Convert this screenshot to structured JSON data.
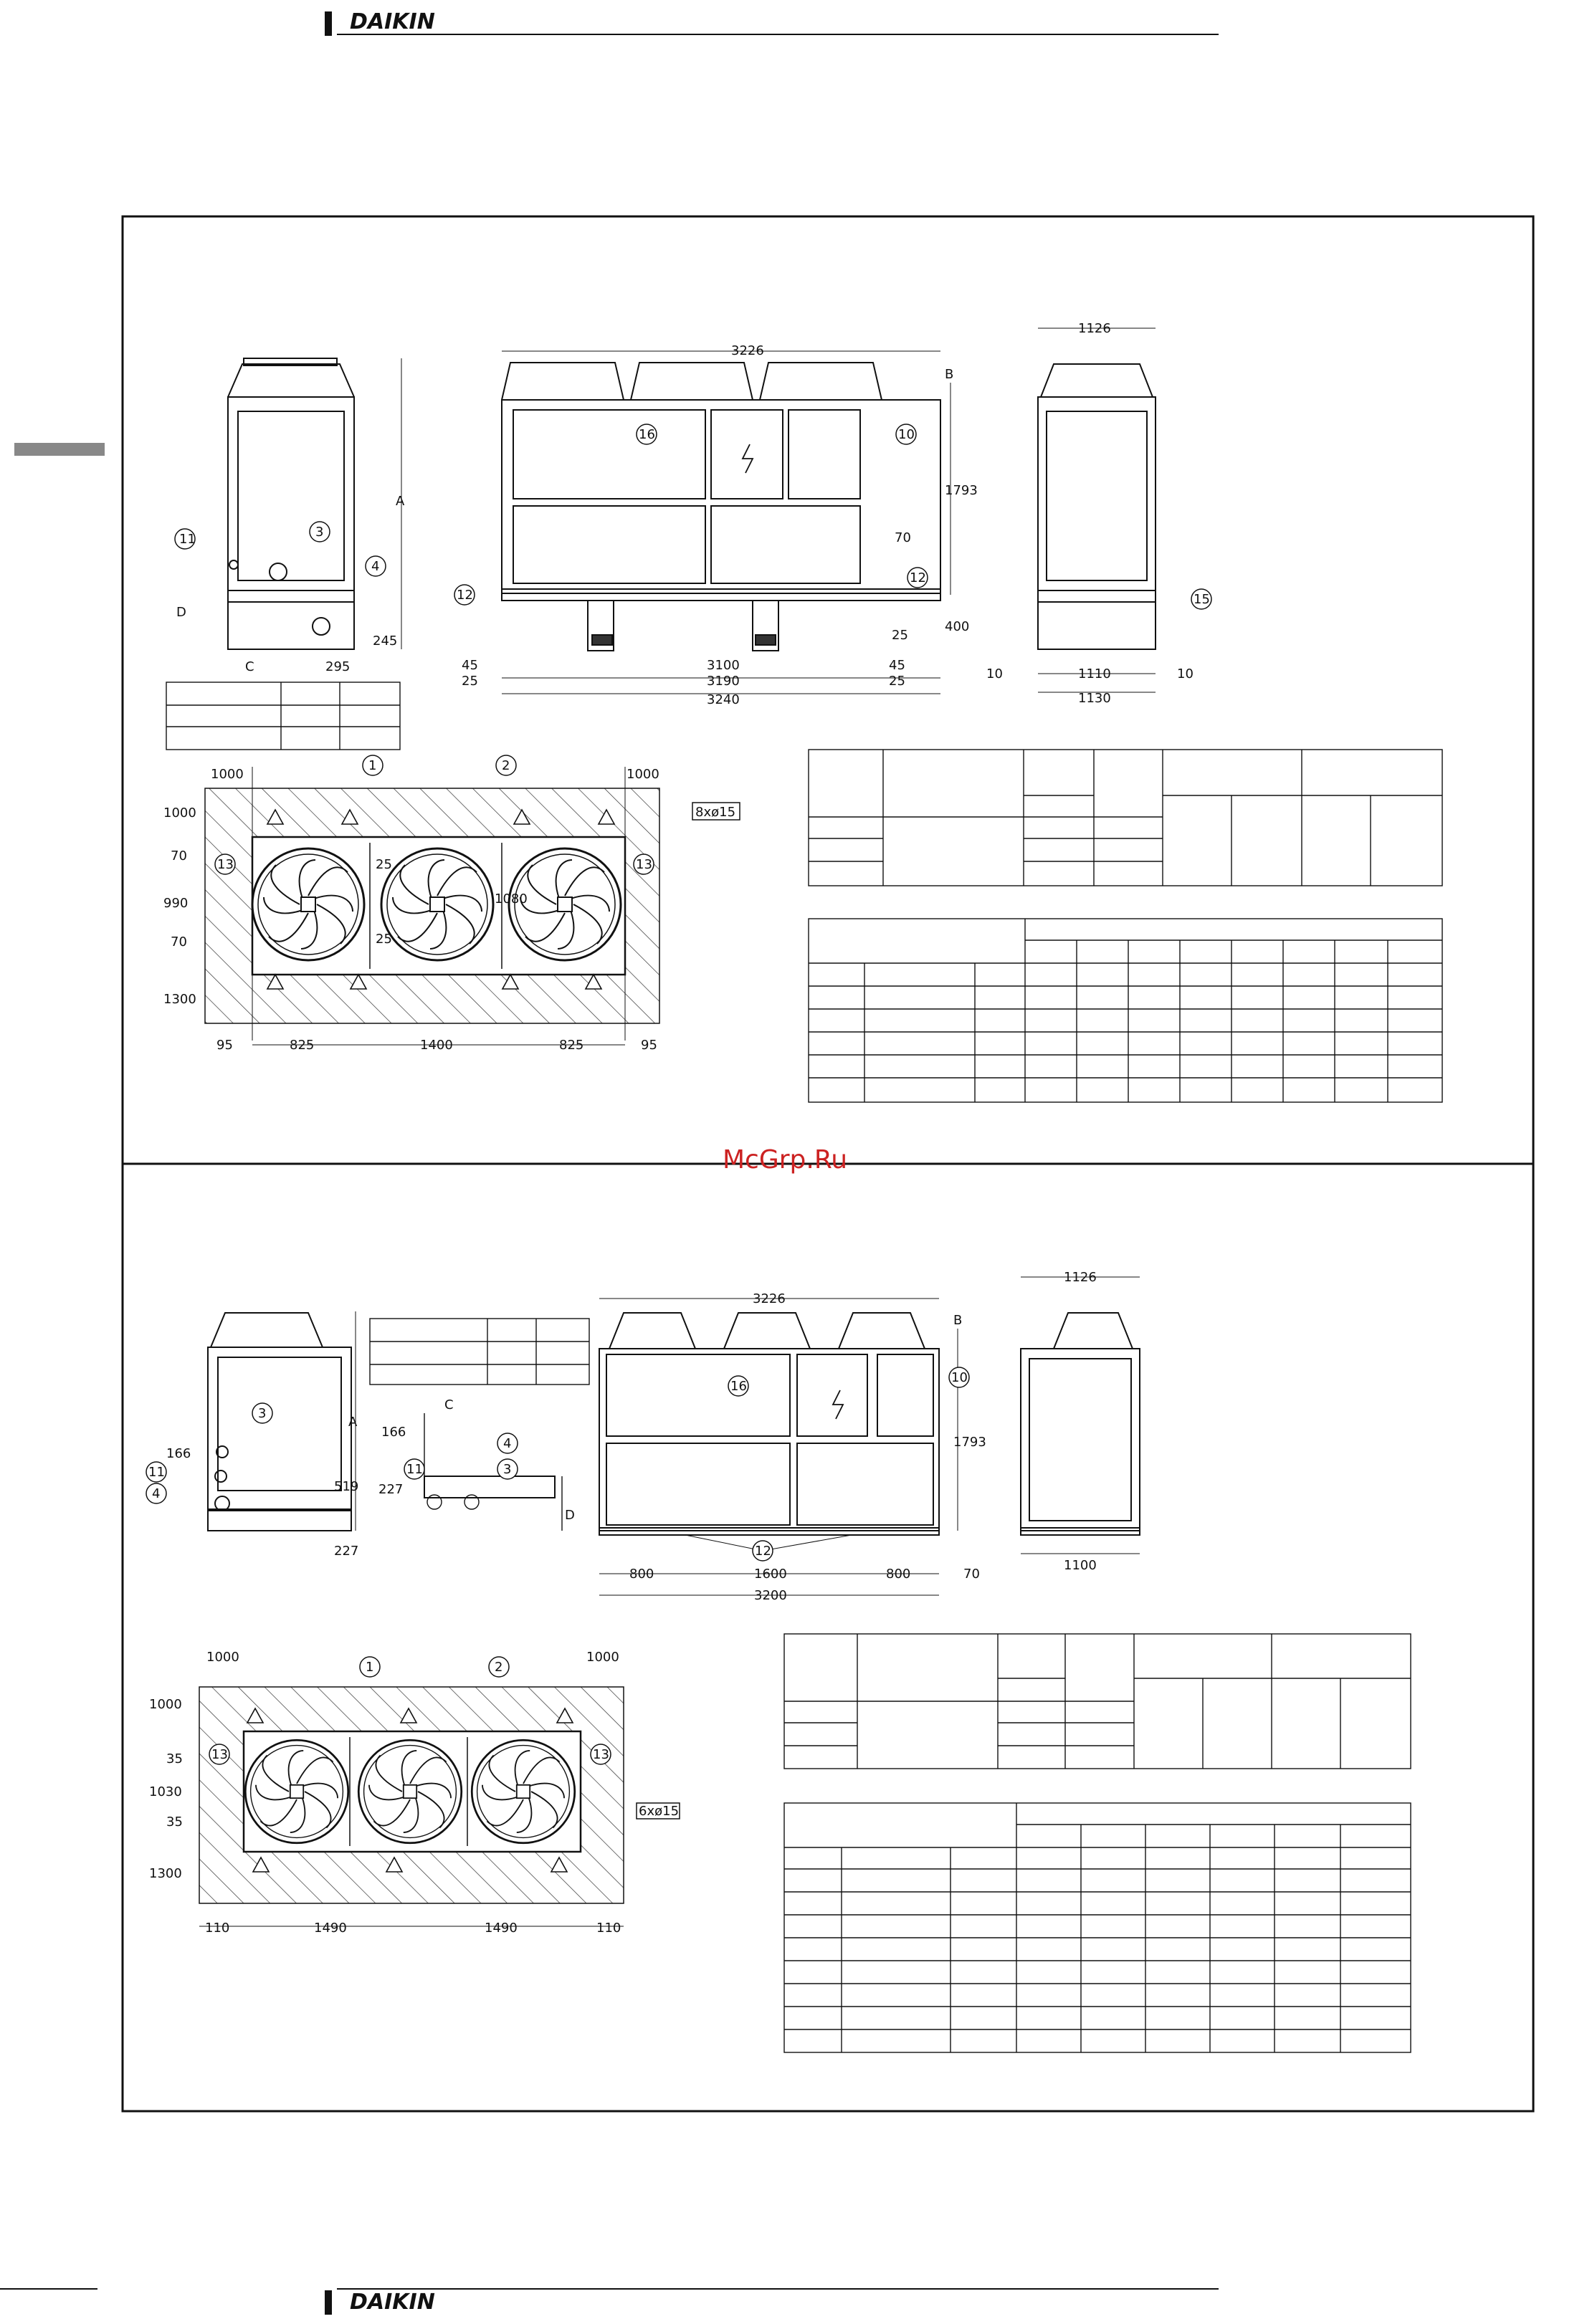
{
  "header": {
    "brand": "DAIKIN"
  },
  "footer": {
    "brand": "DAIKIN"
  },
  "watermark": "McGrp.Ru",
  "colors": {
    "line": "#111111",
    "watermark": "#cc2222",
    "tab": "#888888"
  },
  "top_drawing": {
    "side_left": {
      "height_label": "A",
      "d_label": "D",
      "c_label": "C",
      "c2": "295",
      "h245": "245",
      "callouts": [
        "11",
        "3",
        "4"
      ]
    },
    "front": {
      "width_top": "3226",
      "b_label": "B",
      "h1793": "1793",
      "h400": "400",
      "d70": "70",
      "d25": "25",
      "w3100": "3100",
      "w3190": "3190",
      "w3240": "3240",
      "l45a": "45",
      "l25a": "25",
      "r45": "45",
      "r25": "25",
      "callouts": [
        "16",
        "10",
        "12",
        "12"
      ]
    },
    "side_right": {
      "w1126": "1126",
      "w1110": "1110",
      "w1130": "1130",
      "l10": "10",
      "r10": "10",
      "callout": "15"
    },
    "plan": {
      "top1000a": "1000",
      "top1000b": "1000",
      "l1000": "1000",
      "l70a": "70",
      "l990": "990",
      "l70b": "70",
      "l1300": "1300",
      "i25a": "25",
      "i25b": "25",
      "i1080": "1080",
      "holes": "8xø15",
      "b95a": "95",
      "b825a": "825",
      "b1400": "1400",
      "b825b": "825",
      "b95b": "95",
      "callouts": [
        "1",
        "2",
        "13",
        "13"
      ]
    }
  },
  "bottom_drawing": {
    "side_left": {
      "height_label": "A",
      "h166": "166",
      "h519": "519",
      "h227": "227",
      "callouts": [
        "3",
        "11",
        "4"
      ]
    },
    "detail": {
      "h166": "166",
      "h227": "227",
      "c_label": "C",
      "d_label": "D",
      "callouts": [
        "11",
        "4",
        "3"
      ]
    },
    "front": {
      "w3226": "3226",
      "b_label": "B",
      "h1793": "1793",
      "w800a": "800",
      "w1600": "1600",
      "w800b": "800",
      "r70": "70",
      "w3200": "3200",
      "callouts": [
        "16",
        "10",
        "12"
      ]
    },
    "side_right": {
      "w1126": "1126",
      "w1100": "1100"
    },
    "plan": {
      "t1000a": "1000",
      "t1000b": "1000",
      "l1000": "1000",
      "l35a": "35",
      "l1030": "1030",
      "l35b": "35",
      "l1300": "1300",
      "holes": "6xø15",
      "b110a": "110",
      "b1490a": "1490",
      "b1490b": "1490",
      "b110b": "110",
      "callouts": [
        "1",
        "2",
        "13",
        "13"
      ]
    }
  }
}
